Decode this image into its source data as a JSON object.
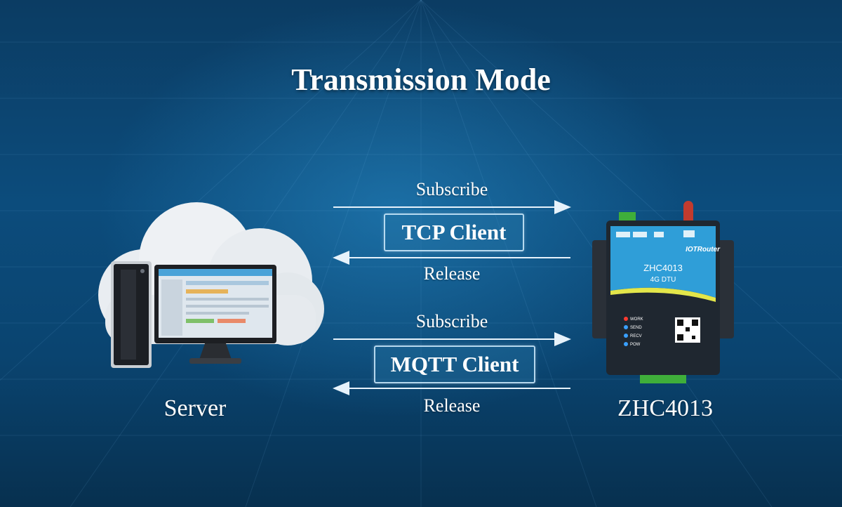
{
  "title": "Transmission Mode",
  "server": {
    "caption": "Server"
  },
  "device": {
    "caption": "ZHC4013",
    "brand": "IOTRouter",
    "model": "ZHC4013",
    "type": "4G DTU",
    "indicators": [
      "WORK",
      "SEND",
      "RECV",
      "POW"
    ]
  },
  "modes": [
    {
      "name": "TCP Client",
      "forward_label": "Subscribe",
      "back_label": "Release"
    },
    {
      "name": "MQTT Client",
      "forward_label": "Subscribe",
      "back_label": "Release"
    }
  ],
  "colors": {
    "background": "#0c4c7c",
    "accent_green": "#3fae3a",
    "device_body": "#1f2730",
    "device_panel": "#2f9ed8"
  }
}
